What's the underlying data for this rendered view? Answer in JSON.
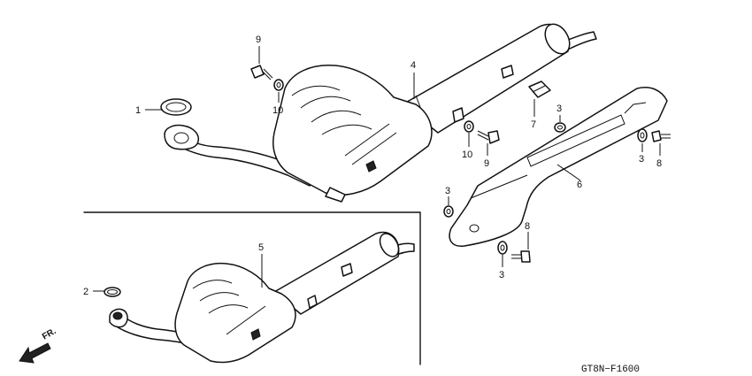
{
  "diagram": {
    "figure_code": "GT8N−F1600",
    "direction_label": "FR.",
    "callouts": [
      "1",
      "2",
      "3",
      "3",
      "3",
      "3",
      "4",
      "5",
      "6",
      "7",
      "8",
      "8",
      "9",
      "9",
      "10",
      "10"
    ]
  }
}
